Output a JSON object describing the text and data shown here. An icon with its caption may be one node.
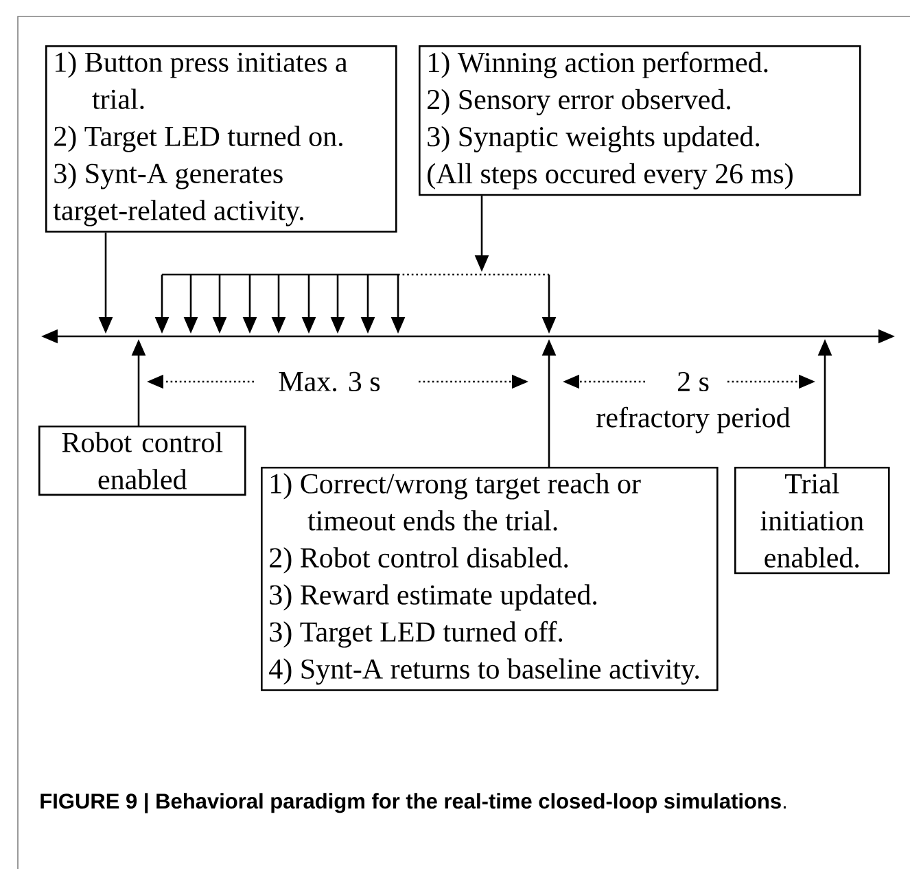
{
  "diagram": {
    "caption": "**FIGURE 9 | Behavioral paradigm for the real-time closed-loop simulations**.",
    "nodes": [
      {
        "text": [
          "1) Button press initiates a trial.",
          "2) Target LED turned on.",
          "3) Synt-A generates target-related activity."
        ]
      },
      {
        "text": [
          "1) Winning action performed.",
          "2) Sensory error observed.",
          "3) Synaptic weights updated.",
          "(All steps occured every 26 ms)"
        ]
      },
      {
        "text": [
          "Robot control enabled"
        ]
      },
      {
        "text": [
          "1) Correct/wrong target reach or timeout ends the trial.",
          "2) Robot control disabled.",
          "3) Reward estimate updated.",
          "3) Target LED turned off.",
          "4) Synt-A returns to baseline activity."
        ]
      },
      {
        "text": [
          "Trial initiation enabled."
        ]
      }
    ],
    "edges": [
      {
        "from": 0,
        "to": null,
        "arrow": "to"
      },
      {
        "from": 1,
        "to": null,
        "arrow": "to"
      },
      {
        "from": 2,
        "to": null,
        "arrow": "to"
      },
      {
        "from": 3,
        "to": null,
        "arrow": "to"
      },
      {
        "from": 4,
        "to": null,
        "arrow": "to"
      }
    ],
    "labels": [
      "Max. 3 s",
      "2 s",
      "refractory period"
    ]
  }
}
